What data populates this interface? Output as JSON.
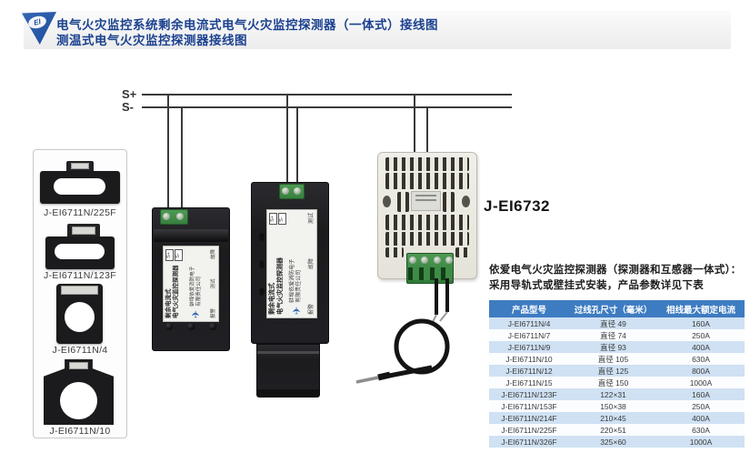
{
  "header": {
    "logo_text": "EI",
    "title_line1": "电气火灾监控系统剩余电流式电气火灾监控探测器（一体式）接线图",
    "title_line2": "测温式电气火灾监控探测器接线图"
  },
  "bus": {
    "s_plus_label": "S+",
    "s_minus_label": "S-"
  },
  "left_panel": {
    "products": [
      {
        "model": "J-EI6711N/225F"
      },
      {
        "model": "J-EI6711N/123F"
      },
      {
        "model": "J-EI6711N/4"
      },
      {
        "model": "J-EI6711N/10"
      }
    ]
  },
  "devices": {
    "detector1": {
      "terminal_plus": "S+",
      "terminal_minus": "S-",
      "type_line1": "剩余电流式",
      "type_line2": "电气火灾监控探测器",
      "logo_glyph": "✈",
      "company_line1": "蚌埠依爱消防电子",
      "company_line2": "有限责任公司",
      "indicators": [
        "报警",
        "测试",
        "故障"
      ]
    },
    "detector2": {
      "terminal_plus": "S+",
      "terminal_minus": "S-",
      "type_line1": "剩余电流式",
      "type_line2": "电气火灾监控探测器",
      "logo_glyph": "✈",
      "company_line1": "蚌埠依爱消防电子",
      "company_line2": "有限责任公司",
      "indicators": [
        "报警",
        "故障",
        "测试"
      ]
    },
    "temp_detector": {
      "model": "J-EI6732"
    }
  },
  "description": {
    "line1": "依爱电气火灾监控探测器（探测器和互感器一体式）：",
    "line2": "采用导轨式或壁挂式安装，产品参数详见下表"
  },
  "table": {
    "headers": [
      "产品型号",
      "过线孔尺寸（毫米）",
      "相线最大额定电流"
    ],
    "rows": [
      [
        "J-EI6711N/4",
        "直径 49",
        "160A"
      ],
      [
        "J-EI6711N/7",
        "直径 74",
        "250A"
      ],
      [
        "J-EI6711N/9",
        "直径 93",
        "400A"
      ],
      [
        "J-EI6711N/10",
        "直径 105",
        "630A"
      ],
      [
        "J-EI6711N/12",
        "直径 125",
        "800A"
      ],
      [
        "J-EI6711N/15",
        "直径 150",
        "1000A"
      ],
      [
        "J-EI6711N/123F",
        "122×31",
        "160A"
      ],
      [
        "J-EI6711N/153F",
        "150×38",
        "250A"
      ],
      [
        "J-EI6711N/214F",
        "210×45",
        "400A"
      ],
      [
        "J-EI6711N/225F",
        "220×51",
        "630A"
      ],
      [
        "J-EI6711N/326F",
        "325×60",
        "1000A"
      ]
    ]
  },
  "colors": {
    "title_blue": "#1b418f",
    "table_header_blue": "#3e7cc1",
    "table_row_alt": "#cfe1f3",
    "terminal_green": "#3e8b46",
    "wire": "#3a3a3a"
  }
}
